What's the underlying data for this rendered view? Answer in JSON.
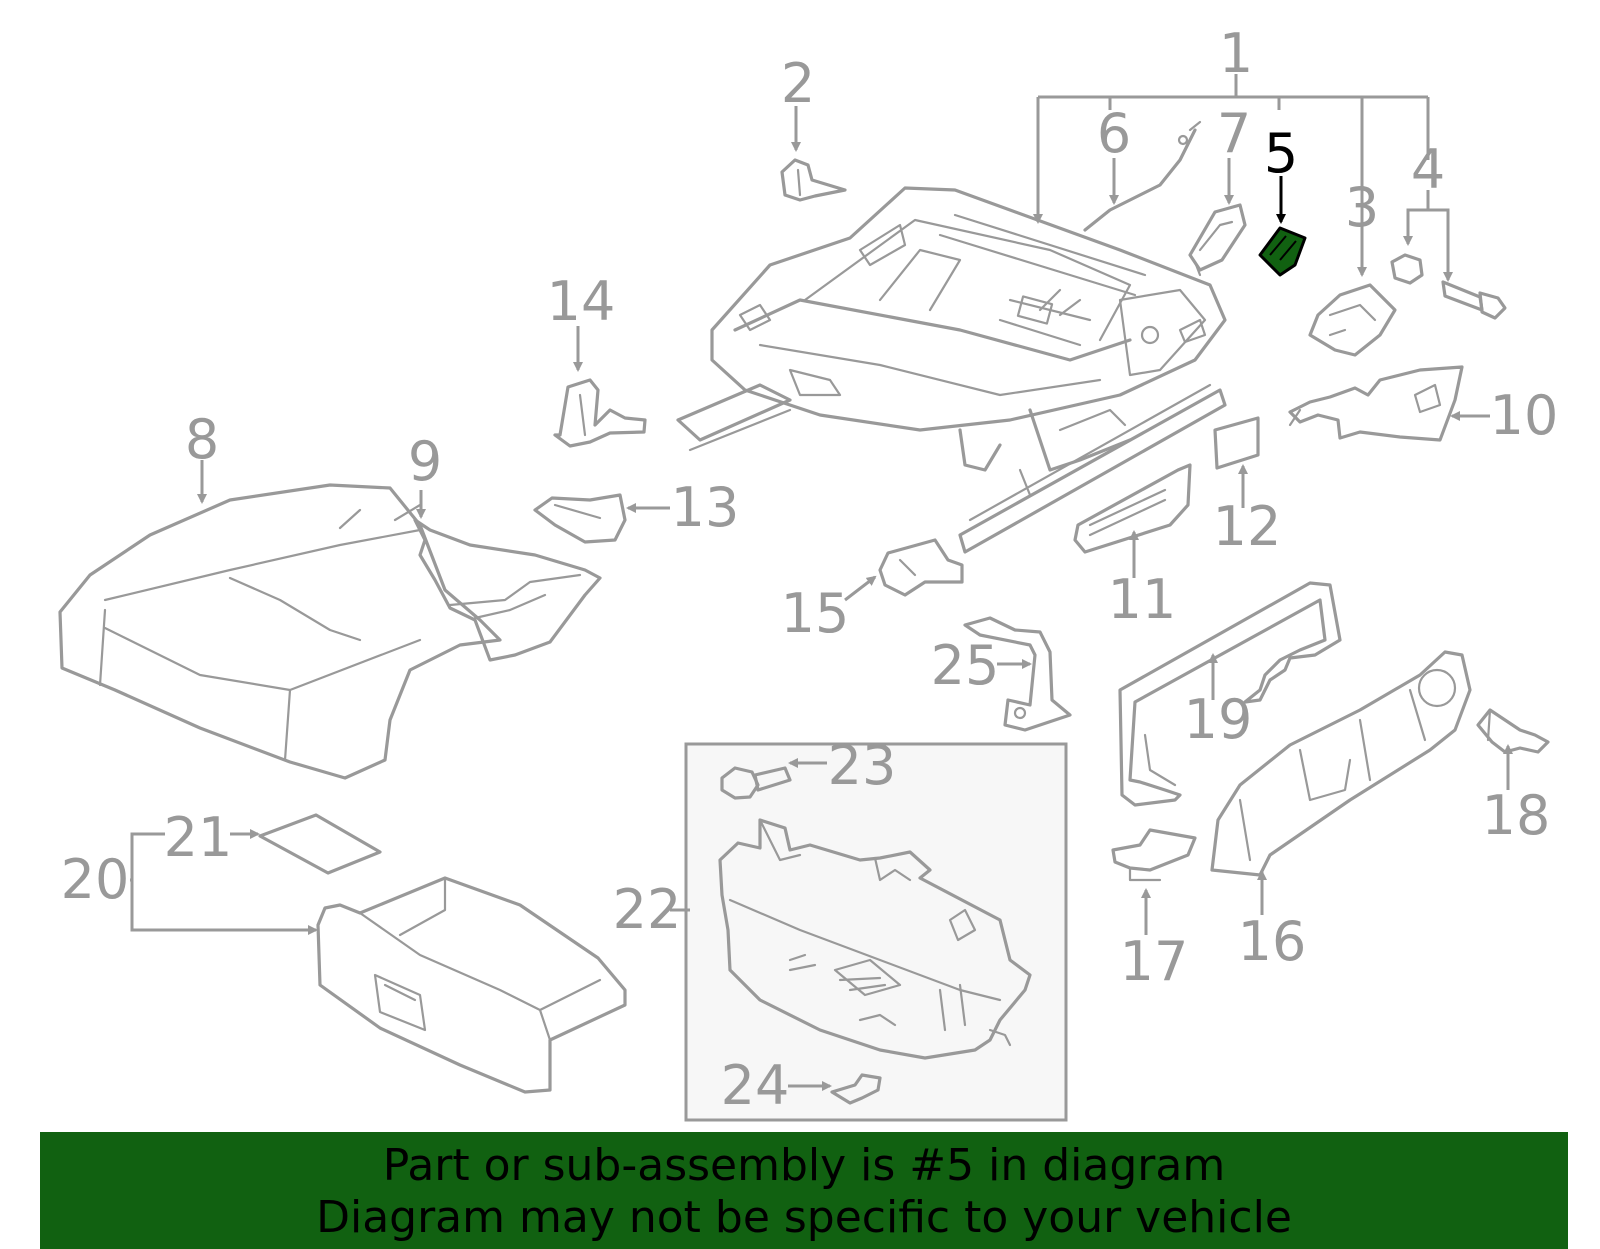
{
  "diagram": {
    "labels": [
      {
        "id": "1",
        "text": "1"
      },
      {
        "id": "2",
        "text": "2"
      },
      {
        "id": "3",
        "text": "3"
      },
      {
        "id": "4",
        "text": "4"
      },
      {
        "id": "5",
        "text": "5"
      },
      {
        "id": "6",
        "text": "6"
      },
      {
        "id": "7",
        "text": "7"
      },
      {
        "id": "8",
        "text": "8"
      },
      {
        "id": "9",
        "text": "9"
      },
      {
        "id": "10",
        "text": "10"
      },
      {
        "id": "11",
        "text": "11"
      },
      {
        "id": "12",
        "text": "12"
      },
      {
        "id": "13",
        "text": "13"
      },
      {
        "id": "14",
        "text": "14"
      },
      {
        "id": "15",
        "text": "15"
      },
      {
        "id": "16",
        "text": "16"
      },
      {
        "id": "17",
        "text": "17"
      },
      {
        "id": "18",
        "text": "18"
      },
      {
        "id": "19",
        "text": "19"
      },
      {
        "id": "20",
        "text": "20"
      },
      {
        "id": "21",
        "text": "21"
      },
      {
        "id": "22",
        "text": "22"
      },
      {
        "id": "23",
        "text": "23"
      },
      {
        "id": "24",
        "text": "24"
      },
      {
        "id": "25",
        "text": "25"
      }
    ],
    "highlighted_part": "5",
    "colors": {
      "line": "#999999",
      "highlight_fill": "#116111",
      "highlight_label": "#000000",
      "inset_background": "#f7f7f7"
    }
  },
  "banner": {
    "line1": "Part or sub-assembly is #5 in diagram",
    "line2": "Diagram may not be specific to your vehicle",
    "background": "#116111"
  }
}
